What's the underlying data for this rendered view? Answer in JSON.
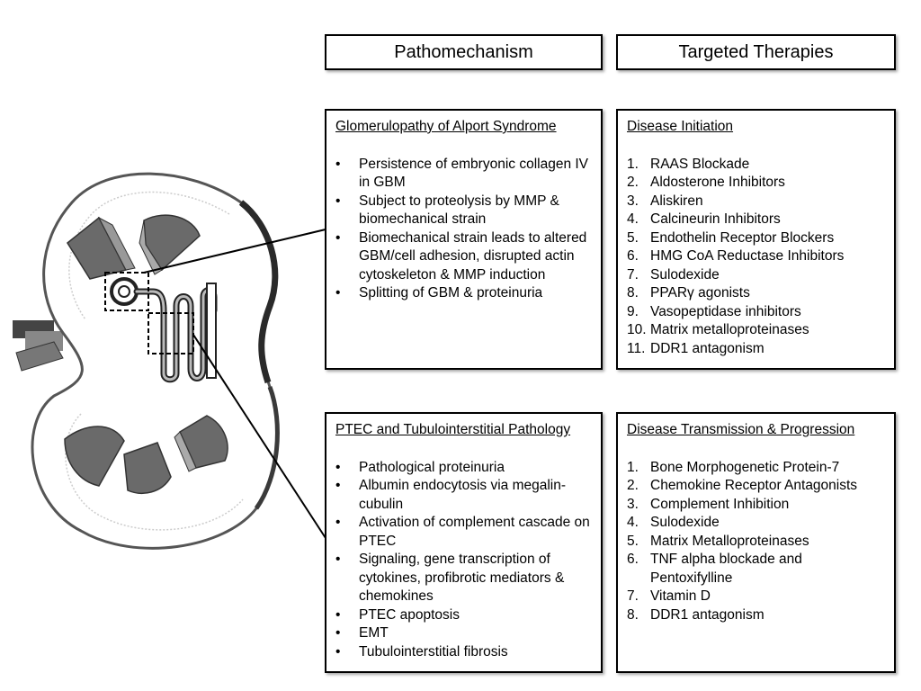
{
  "headers": {
    "left": "Pathomechanism",
    "right": "Targeted Therapies"
  },
  "glomerulopathy": {
    "title": "Glomerulopathy of Alport Syndrome",
    "bullets": [
      "Persistence of embryonic collagen IV in GBM",
      "Subject to proteolysis by MMP & biomechanical strain",
      "Biomechanical strain leads to altered GBM/cell adhesion, disrupted actin cytoskeleton & MMP induction",
      "Splitting of GBM & proteinuria"
    ]
  },
  "disease_initiation": {
    "title": "Disease Initiation",
    "items": [
      {
        "num": "1.",
        "text": "RAAS Blockade"
      },
      {
        "num": "2.",
        "text": "Aldosterone Inhibitors"
      },
      {
        "num": "3.",
        "text": "Aliskiren"
      },
      {
        "num": "4.",
        "text": "Calcineurin Inhibitors"
      },
      {
        "num": "5.",
        "text": "Endothelin Receptor Blockers"
      },
      {
        "num": "6.",
        "text": "HMG CoA Reductase Inhibitors"
      },
      {
        "num": "7.",
        "text": "Sulodexide"
      },
      {
        "num": "8.",
        "text": "PPARγ agonists"
      },
      {
        "num": "9.",
        "text": "Vasopeptidase inhibitors"
      },
      {
        "num": "10.",
        "text": "Matrix metalloproteinases"
      },
      {
        "num": "11.",
        "text": "DDR1 antagonism"
      }
    ]
  },
  "ptec": {
    "title": "PTEC and Tubulointerstitial Pathology",
    "bullets": [
      "Pathological proteinuria",
      "Albumin endocytosis via megalin-cubulin",
      "Activation of complement cascade on PTEC",
      "Signaling, gene transcription of cytokines, profibrotic mediators & chemokines",
      "PTEC apoptosis",
      "EMT",
      "Tubulointerstitial fibrosis"
    ]
  },
  "disease_transmission": {
    "title": "Disease Transmission & Progression",
    "items": [
      {
        "num": "1.",
        "text": "Bone Morphogenetic Protein-7"
      },
      {
        "num": "2.",
        "text": "Chemokine Receptor Antagonists"
      },
      {
        "num": "3.",
        "text": "Complement Inhibition"
      },
      {
        "num": "4.",
        "text": "Sulodexide"
      },
      {
        "num": "5.",
        "text": "Matrix Metalloproteinases"
      },
      {
        "num": "6.",
        "text": "TNF alpha blockade and Pentoxifylline"
      },
      {
        "num": "7.",
        "text": "Vitamin D"
      },
      {
        "num": "8.",
        "text": "DDR1 antagonism"
      }
    ]
  },
  "bullet_glyph": "•"
}
